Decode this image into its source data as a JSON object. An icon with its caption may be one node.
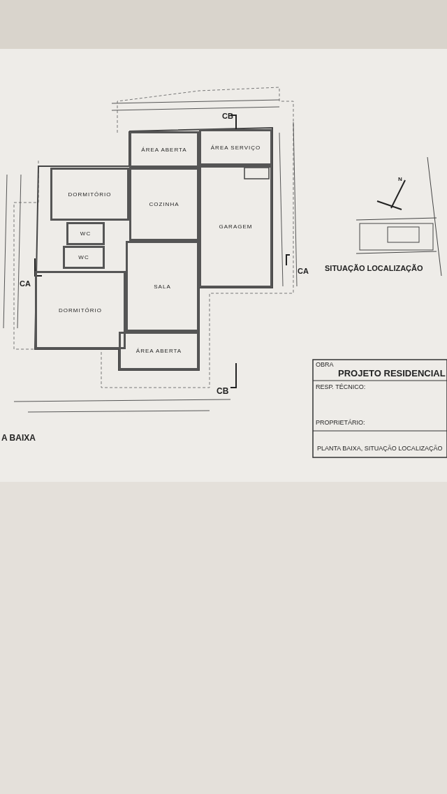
{
  "diagram": {
    "nodes": [
      {
        "text": [
          "ÁREA ABERTA"
        ]
      },
      {
        "text": [
          "ÁREA SERVIÇO"
        ]
      },
      {
        "text": [
          "DORMITÓRIO"
        ]
      },
      {
        "text": [
          "COZINHA"
        ]
      },
      {
        "text": [
          "GARAGEM"
        ]
      },
      {
        "text": [
          "WC"
        ]
      },
      {
        "text": [
          "WC"
        ]
      },
      {
        "text": [
          "SALA"
        ]
      },
      {
        "text": [
          "DORMITÓRIO"
        ]
      },
      {
        "text": [
          "ÁREA ABERTA"
        ]
      }
    ],
    "edges": [],
    "labels": [
      "CB",
      "CA",
      "CA",
      "SITUAÇÃO LOCALIZAÇÃO",
      "N",
      "CB",
      "OBRA",
      "PROJETO RESIDENCIAL",
      "RESP. TÉCNICO:",
      "PROPRIETÁRIO:",
      "A BAIXA",
      "PLANTA BAIXA, SITUAÇÃO LOCALIZAÇÃO"
    ]
  }
}
